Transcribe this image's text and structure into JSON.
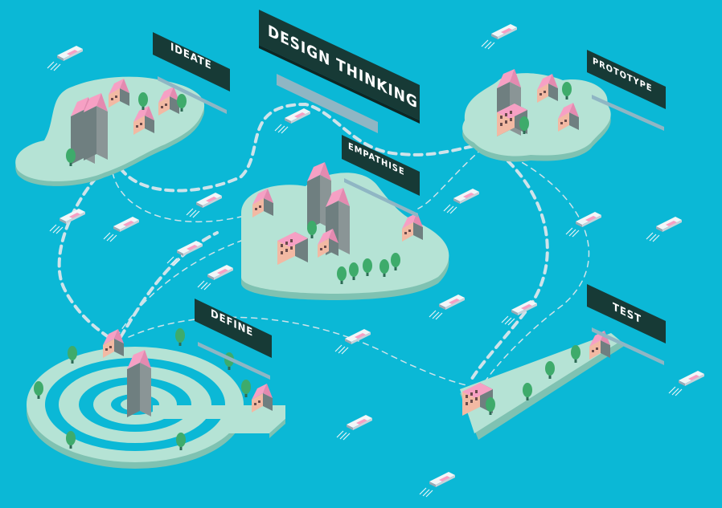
{
  "title": "DESIGN THINKING",
  "stages": {
    "ideate": "IDEATE",
    "empathise": "EMPATHISE",
    "prototype": "PROTOTYPE",
    "define": "DEFINE",
    "test": "TEST"
  },
  "colors": {
    "water": "#0bb8d6",
    "island": "#b5e3d5",
    "island_edge": "#7fc2b2",
    "sign": "#173a36",
    "roof": "#f6a0c4",
    "wall": "#f2b9a3",
    "wall_dark": "#6f7f80",
    "tree": "#3eab6b",
    "path": "#cfe3ea"
  }
}
